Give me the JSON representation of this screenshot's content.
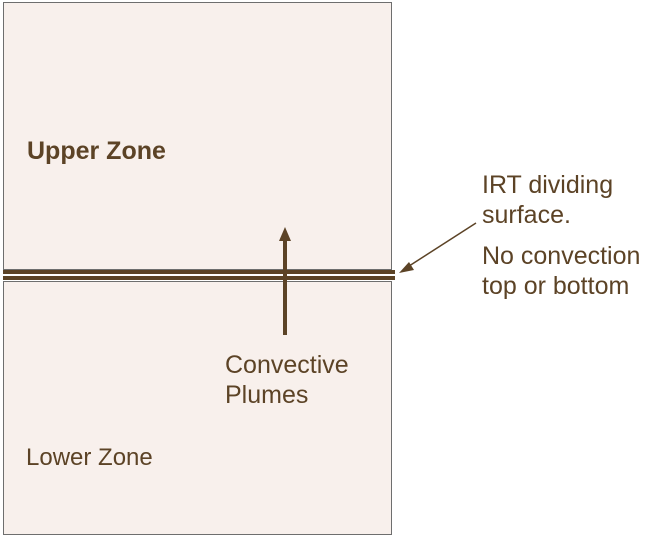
{
  "diagram": {
    "upper_zone_label": "Upper Zone",
    "lower_zone_label": "Lower Zone",
    "plumes_label": [
      "Convective",
      "Plumes"
    ],
    "irt_label": [
      "IRT dividing",
      "surface."
    ],
    "no_convection_label": [
      "No convection",
      "top or bottom"
    ]
  },
  "colors": {
    "zone_fill": "#f8f0ec",
    "zone_border": "#6e6e6e",
    "ink": "#5c4326"
  }
}
